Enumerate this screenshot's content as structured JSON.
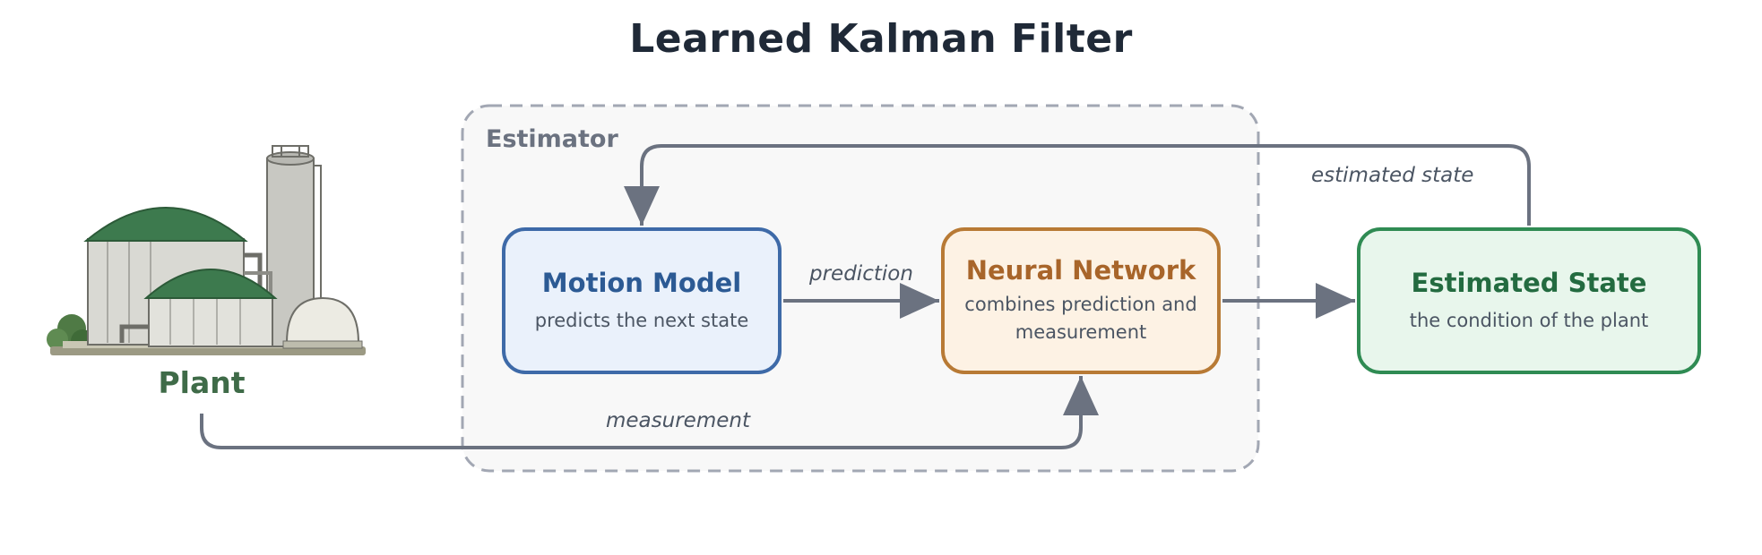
{
  "title": "Learned Kalman Filter",
  "estimator": {
    "label": "Estimator"
  },
  "plant": {
    "label": "Plant",
    "icon": "biogas-plant-icon"
  },
  "nodes": {
    "motion_model": {
      "title": "Motion Model",
      "subtitle": "predicts the next state"
    },
    "neural_network": {
      "title": "Neural Network",
      "subtitle": "combines prediction and measurement"
    },
    "estimated_state": {
      "title": "Estimated State",
      "subtitle": "the condition of the plant"
    }
  },
  "edges": {
    "prediction": "prediction",
    "measurement": "measurement",
    "estimated_state": "estimated state"
  },
  "colors": {
    "motion_border": "#3e6aa8",
    "motion_fill": "#eaf1fb",
    "neural_border": "#b87a35",
    "neural_fill": "#fdf2e4",
    "estimated_border": "#2f8b53",
    "estimated_fill": "#e8f6ec",
    "arrow": "#6b7280"
  }
}
